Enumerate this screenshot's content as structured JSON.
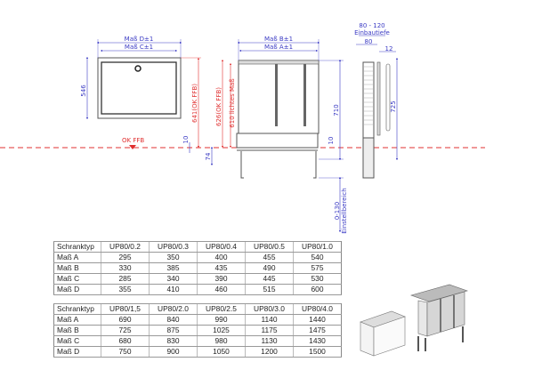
{
  "drawing": {
    "front": {
      "mass_d": "Maß D±1",
      "mass_c": "Maß C±1",
      "height": "546",
      "ok_ffb_height": "641(OK FFB)",
      "ok_ffb": "OK FFB",
      "gap": "10",
      "foot": "74"
    },
    "back": {
      "mass_b": "Maß B±1",
      "mass_a": "Maß A±1",
      "ok_ffb_height": "626(OK FFB)",
      "clear": "610 lichtes Maß",
      "height": "710",
      "gap": "10"
    },
    "side": {
      "depth_range": "80 - 120",
      "depth_label": "Einbautiefe",
      "depth": "80",
      "thickness": "12",
      "height": "725",
      "adjust": "0-130",
      "adjust_label": "Einstellbereich"
    }
  },
  "tables": [
    {
      "header": [
        "Schranktyp",
        "UP80/0.2",
        "UP80/0.3",
        "UP80/0.4",
        "UP80/0.5",
        "UP80/1.0"
      ],
      "rows": [
        [
          "Maß A",
          "295",
          "350",
          "400",
          "455",
          "540"
        ],
        [
          "Maß B",
          "330",
          "385",
          "435",
          "490",
          "575"
        ],
        [
          "Maß C",
          "285",
          "340",
          "390",
          "445",
          "530"
        ],
        [
          "Maß D",
          "355",
          "410",
          "460",
          "515",
          "600"
        ]
      ]
    },
    {
      "header": [
        "Schranktyp",
        "UP80/1,5",
        "UP80/2.0",
        "UP80/2.5",
        "UP80/3.0",
        "UP80/4.0"
      ],
      "rows": [
        [
          "Maß A",
          "690",
          "840",
          "990",
          "1140",
          "1440"
        ],
        [
          "Maß B",
          "725",
          "875",
          "1025",
          "1175",
          "1475"
        ],
        [
          "Maß C",
          "680",
          "830",
          "980",
          "1130",
          "1430"
        ],
        [
          "Maß D",
          "750",
          "900",
          "1050",
          "1200",
          "1500"
        ]
      ]
    }
  ]
}
